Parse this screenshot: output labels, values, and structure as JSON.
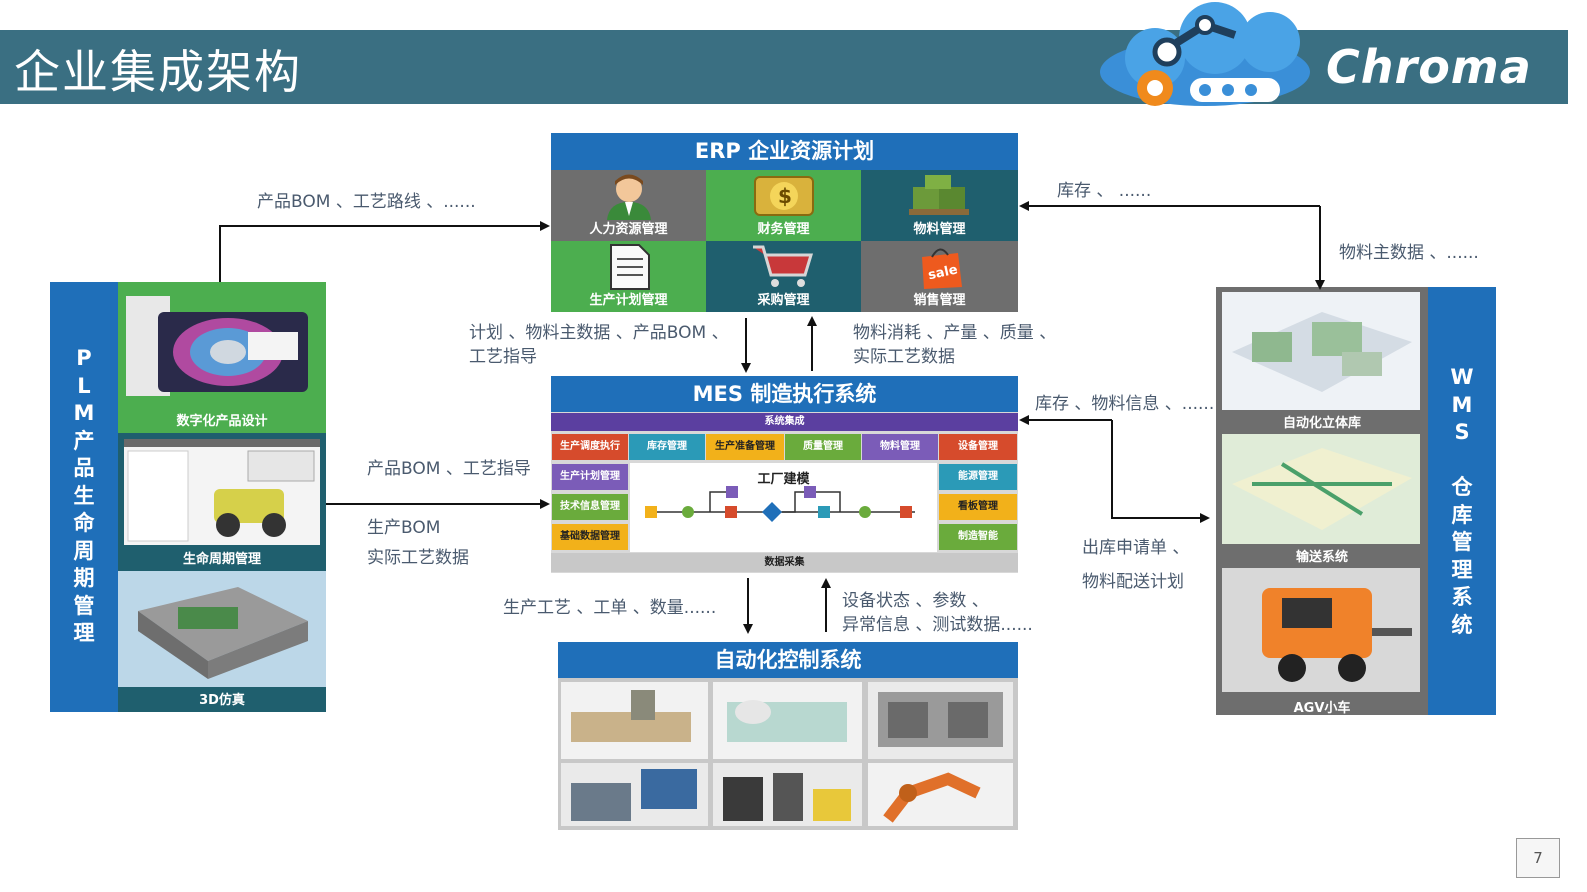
{
  "header": {
    "title": "企业集成架构",
    "brand": "Chroma"
  },
  "erp": {
    "title": "ERP 企业资源计划",
    "cells": [
      "人力资源管理",
      "财务管理",
      "物料管理",
      "生产计划管理",
      "采购管理",
      "销售管理"
    ],
    "sale_tag": "sale"
  },
  "mes": {
    "title": "MES 制造执行系统",
    "top_bar": "系统集成",
    "bottom_bar": "数据采集",
    "center_title": "工厂建模",
    "row1": [
      "生产调度执行",
      "库存管理",
      "生产准备管理",
      "质量管理",
      "物料管理",
      "设备管理"
    ],
    "left_col": [
      "生产计划管理",
      "技术信息管理",
      "基础数据管理"
    ],
    "right_col": [
      "能源管理",
      "看板管理",
      "制造智能"
    ]
  },
  "plm": {
    "vertical": [
      "P",
      "L",
      "M",
      "产",
      "品",
      "生",
      "命",
      "周",
      "期",
      "管",
      "理"
    ],
    "panels": [
      "数字化产品设计",
      "生命周期管理",
      "3D仿真"
    ]
  },
  "wms": {
    "vertical": [
      "W",
      "M",
      "S",
      "",
      "仓",
      "库",
      "管",
      "理",
      "系",
      "统"
    ],
    "panels": [
      "自动化立体库",
      "输送系统",
      "AGV小车"
    ]
  },
  "acs": {
    "title": "自动化控制系统"
  },
  "flows": {
    "plm_erp": "产品BOM 、工艺路线 、......",
    "erp_mes_down_1": "计划 、物料主数据 、产品BOM 、",
    "erp_mes_down_2": "工艺指导",
    "mes_erp_up_1": "物料消耗 、产量 、质量 、",
    "mes_erp_up_2": "实际工艺数据",
    "wms_erp_1": "库存 、 ......",
    "wms_erp_2": "物料主数据 、......",
    "plm_mes_1": "产品BOM 、工艺指导",
    "plm_mes_2": "生产BOM",
    "plm_mes_3": "实际工艺数据",
    "wms_mes_1": "库存 、物料信息 、......",
    "wms_mes_2": "出库申请单 、",
    "wms_mes_3": "物料配送计划",
    "mes_acs_down": "生产工艺 、工单 、数量......",
    "acs_mes_up_1": "设备状态 、参数 、",
    "acs_mes_up_2": "异常信息 、测试数据......"
  },
  "page_number": "7",
  "colors": {
    "header": "#3a6f82",
    "box_title": "#1f6fb9",
    "green": "#4cae4f",
    "teal": "#1f5f6e",
    "gray": "#6e6e6e"
  }
}
